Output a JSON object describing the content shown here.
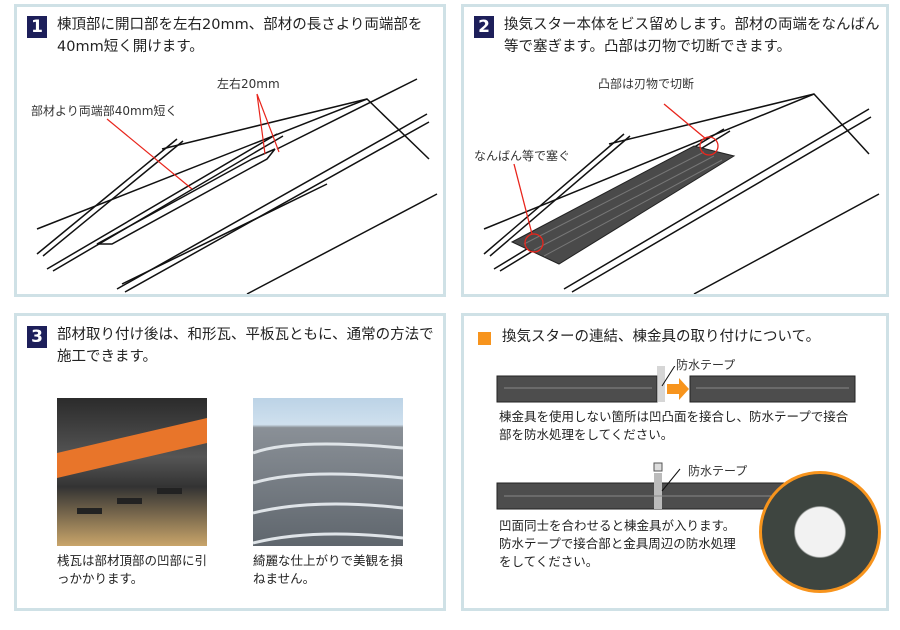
{
  "steps": [
    {
      "number": "1",
      "title": "棟頂部に開口部を左右20mm、部材の長さより両端部を40mm短く開けます。",
      "labels": [
        "左右20mm",
        "部材より両端部40mm短く"
      ]
    },
    {
      "number": "2",
      "title": "換気スター本体をビス留めします。部材の両端をなんばん等で塞ぎます。凸部は刃物で切断できます。",
      "labels": [
        "凸部は刃物で切断",
        "なんばん等で塞ぐ"
      ]
    },
    {
      "number": "3",
      "title": "部材取り付け後は、和形瓦、平板瓦ともに、通常の方法で施工できます。",
      "captions": [
        "桟瓦は部材頂部の凹部に引っかかります。",
        "綺麗な仕上がりで美観を損ねません。"
      ]
    }
  ],
  "connection": {
    "title": "換気スターの連結、棟金具の取り付けについて。",
    "tape_label_1": "防水テープ",
    "text_1": "棟金具を使用しない箇所は凹凸面を接合し、防水テープで接合部を防水処理をしてください。",
    "tape_label_2": "防水テープ",
    "text_2": "凹面同士を合わせると棟金具が入ります。防水テープで接合部と金具周辺の防水処理をしてください。"
  },
  "colors": {
    "border": "#cfe1e6",
    "badge": "#1d1f5a",
    "accent": "#f7941d",
    "callout": "#e8251c"
  }
}
